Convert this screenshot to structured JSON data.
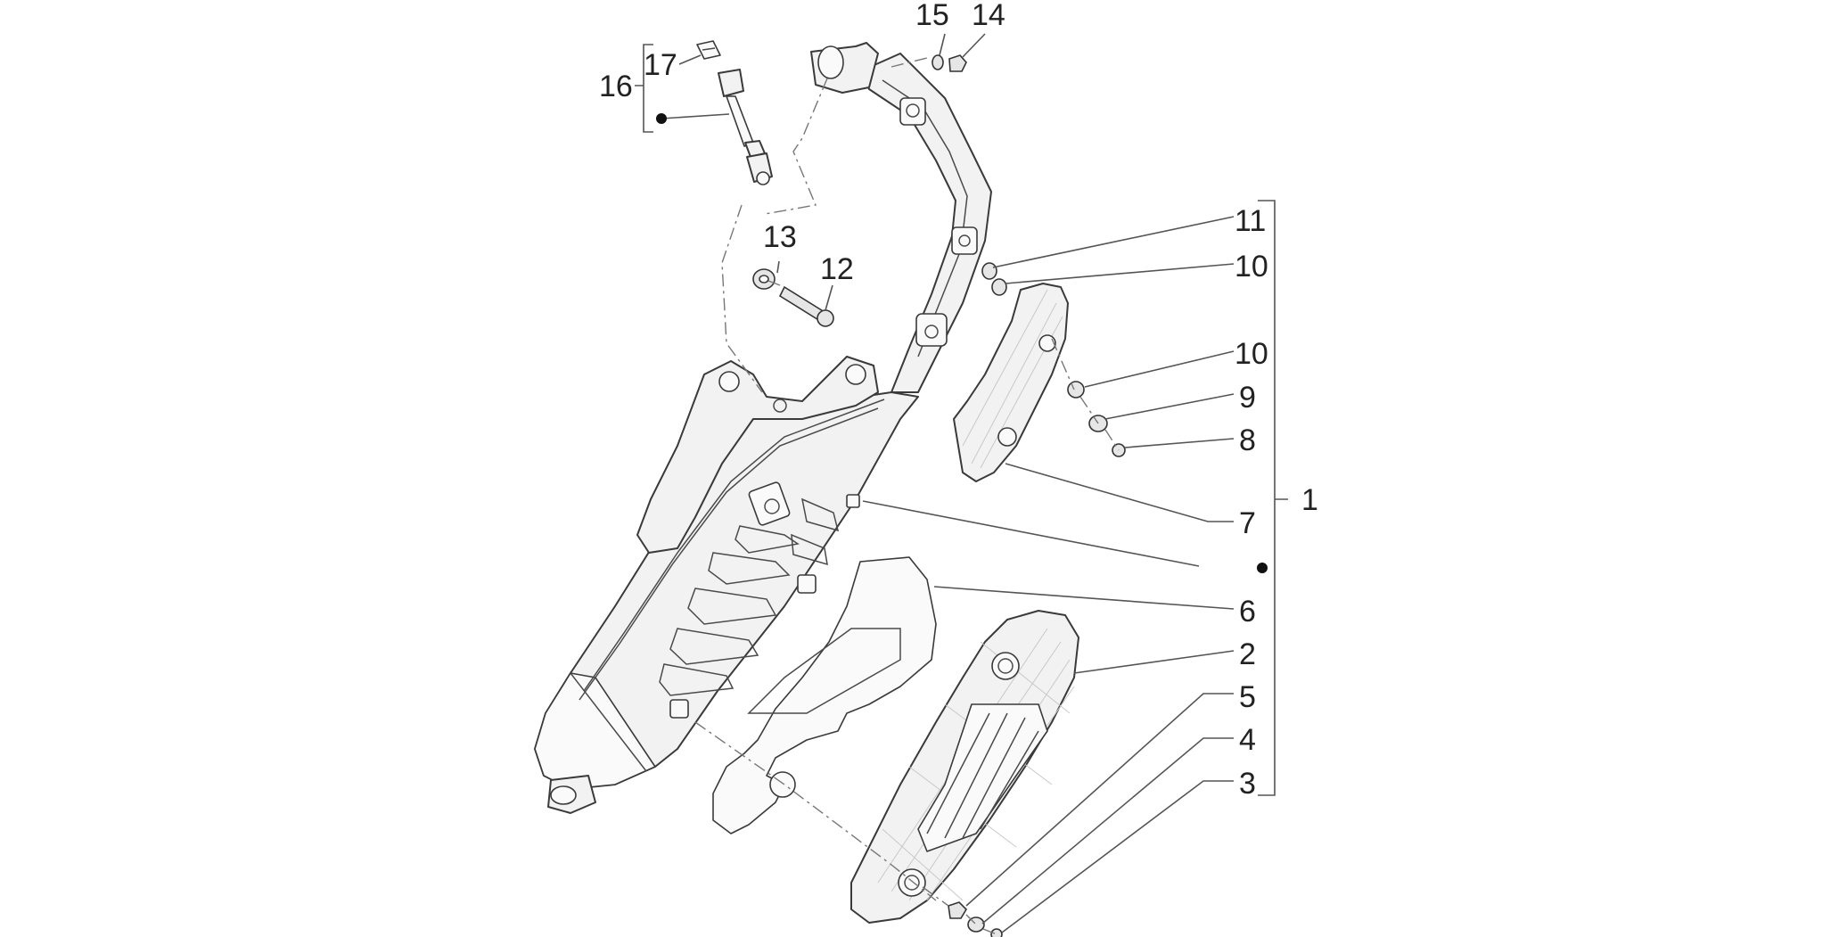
{
  "callouts": {
    "c1": "1",
    "c2": "2",
    "c3": "3",
    "c4": "4",
    "c5": "5",
    "c6": "6",
    "c7": "7",
    "c8": "8",
    "c9": "9",
    "c10a": "10",
    "c10b": "10",
    "c11": "11",
    "c12": "12",
    "c13": "13",
    "c14": "14",
    "c15": "15",
    "c16": "16",
    "c17": "17"
  },
  "colors": {
    "line": "#3a3a3a",
    "fill": "#f2f2f2",
    "background": "#ffffff"
  }
}
